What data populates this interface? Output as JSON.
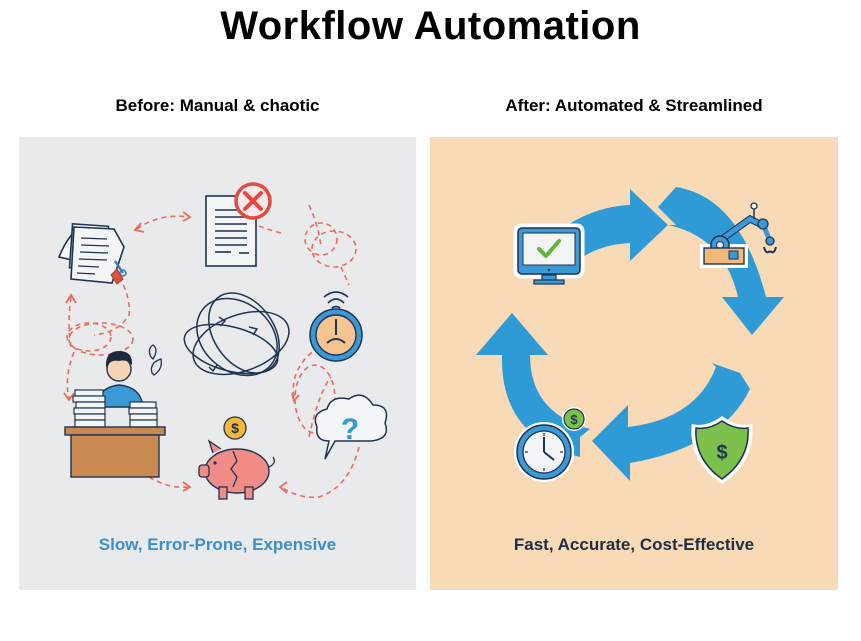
{
  "title": "Workflow Automation",
  "before": {
    "heading": "Before: Manual & chaotic",
    "caption": "Slow, Error-Prone, Expensive",
    "background": "#e9eaeb",
    "caption_color": "#3b8fcf",
    "icons": [
      "scattered-documents-icon",
      "rejected-document-icon",
      "tangled-arrows-icon",
      "alarm-clock-icon",
      "stressed-worker-icon",
      "broken-piggy-bank-icon",
      "question-bubble-icon"
    ],
    "connector_color": "#ee6a5a"
  },
  "after": {
    "heading": "After: Automated & Streamlined",
    "caption": "Fast, Accurate, Cost-Effective",
    "background": "#f8dab6",
    "caption_color": "#1d2d44",
    "icons": [
      "monitor-check-icon",
      "robot-arm-icon",
      "shield-dollar-icon",
      "clock-dollar-icon"
    ],
    "cycle_color": "#2f9bd6"
  }
}
